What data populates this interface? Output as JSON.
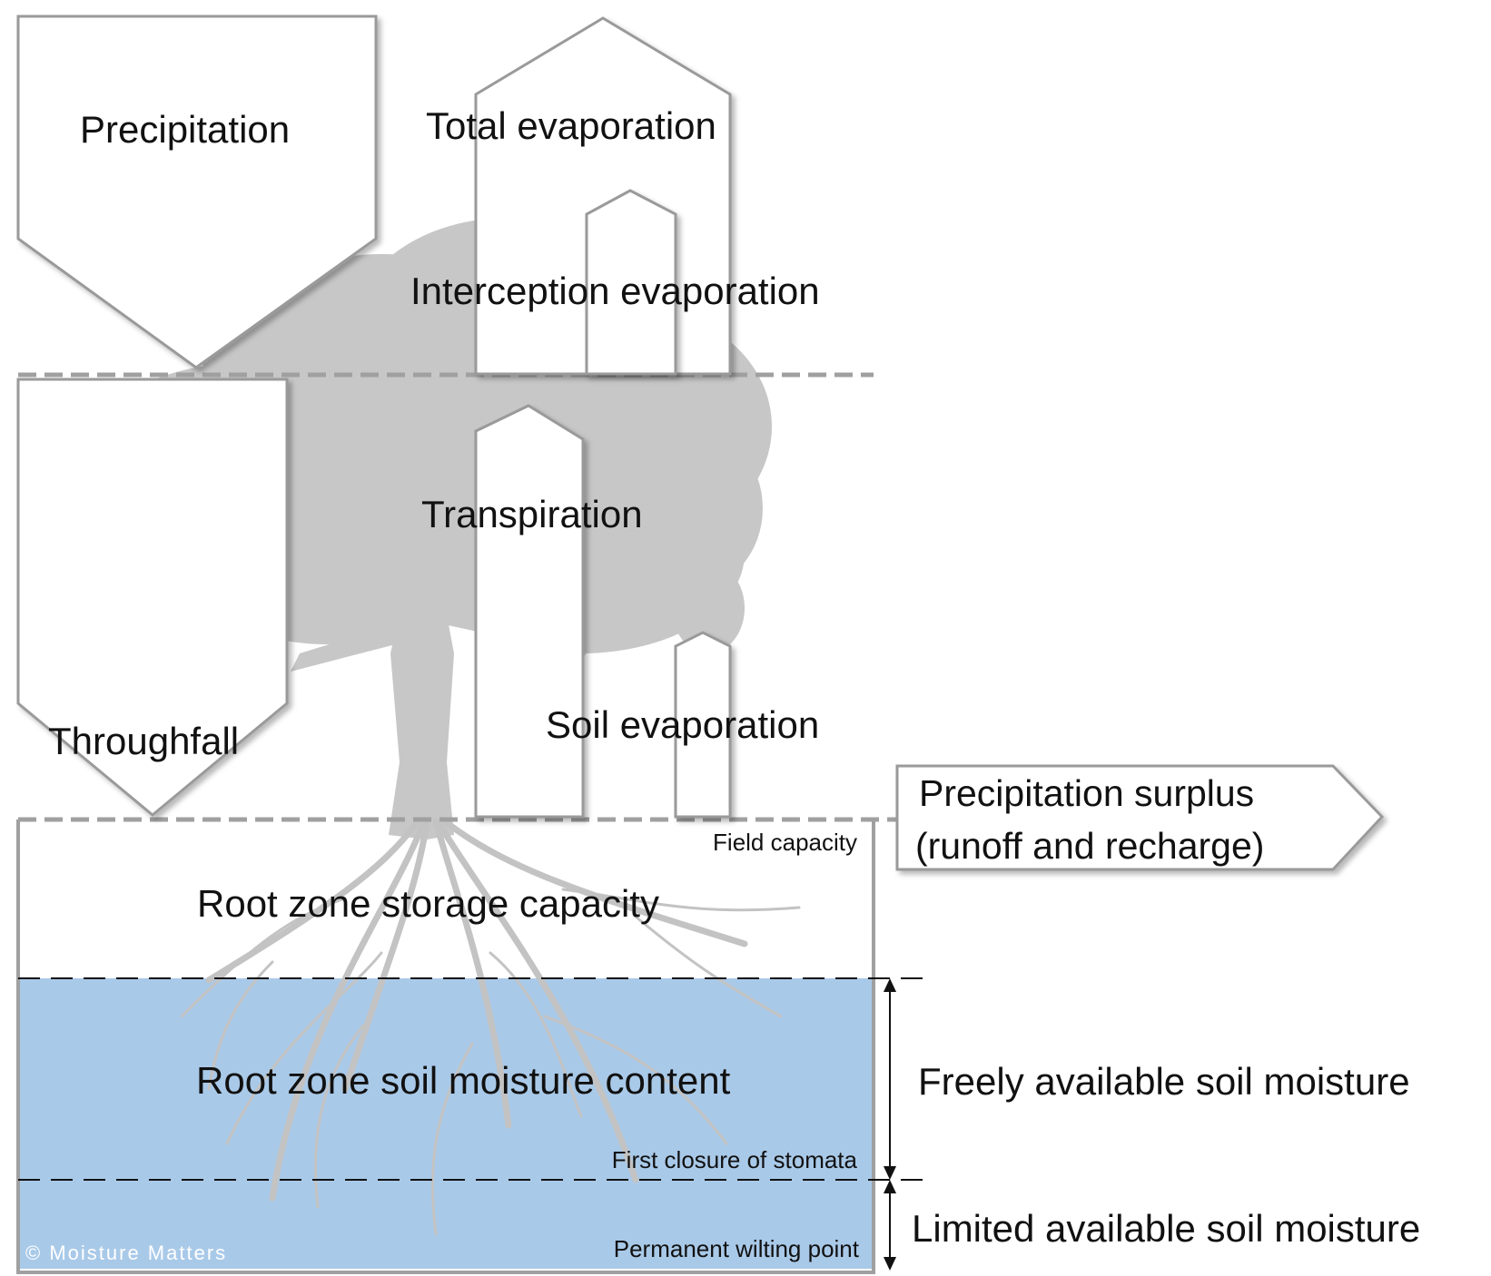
{
  "labels": {
    "precipitation": "Precipitation",
    "total_evaporation": "Total evaporation",
    "interception_evaporation": "Interception evaporation",
    "transpiration": "Transpiration",
    "soil_evaporation": "Soil evaporation",
    "throughfall": "Throughfall",
    "precipitation_surplus_line1": "Precipitation surplus",
    "precipitation_surplus_line2": "(runoff and recharge)",
    "field_capacity": "Field capacity",
    "root_zone_storage_capacity": "Root zone storage capacity",
    "root_zone_soil_moisture_content": "Root zone soil moisture content",
    "first_closure_of_stomata": "First closure of stomata",
    "permanent_wilting_point": "Permanent wilting point",
    "freely_available_soil_moisture": "Freely available soil moisture",
    "limited_available_soil_moisture": "Limited available soil moisture",
    "copyright": "© Moisture Matters"
  },
  "colors": {
    "soil_moisture_fill": "#a9c9e8",
    "tree_silhouette": "#c7c7c7",
    "arrow_outline": "#9a9a9a",
    "boundary_dash": "#a0a0a0"
  }
}
